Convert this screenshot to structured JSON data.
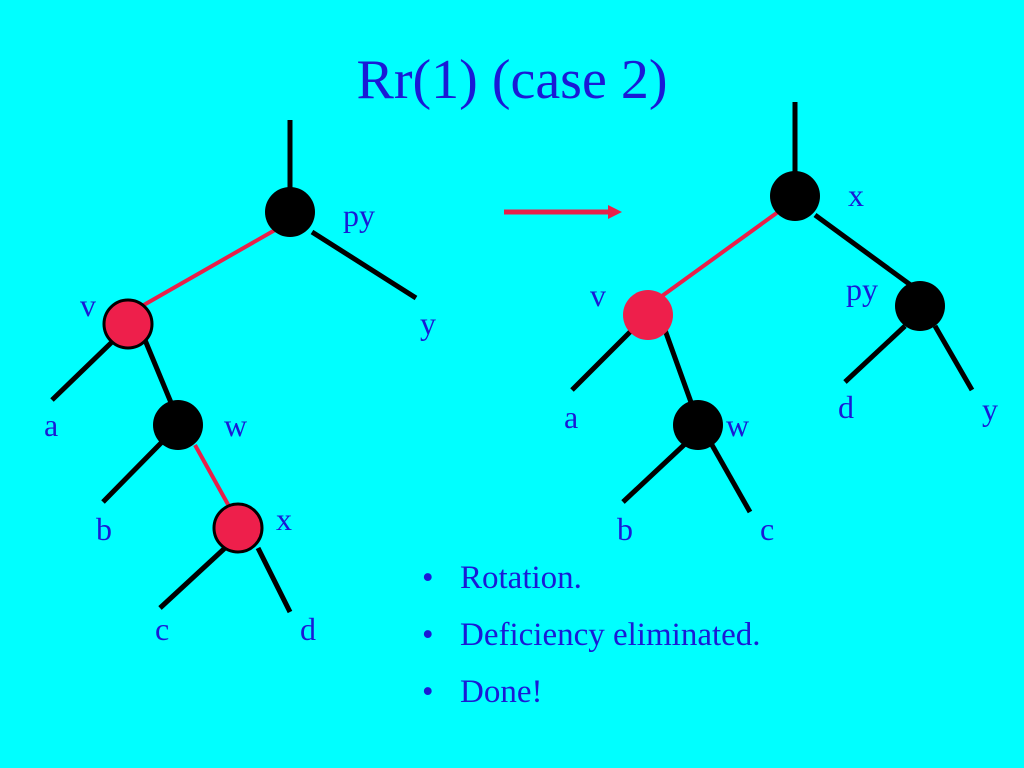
{
  "title": "Rr(1) (case 2)",
  "colors": {
    "background": "#00ffff",
    "text": "#1a1ad6",
    "black_node": "#000000",
    "red_node": "#ee1f4b",
    "red_edge": "#e8204a",
    "arrow": "#e8204a"
  },
  "trees": {
    "before": {
      "labels": {
        "py": "py",
        "v": "v",
        "y": "y",
        "a": "a",
        "w": "w",
        "b": "b",
        "x": "x",
        "c": "c",
        "d": "d"
      }
    },
    "after": {
      "labels": {
        "x": "x",
        "v": "v",
        "py": "py",
        "a": "a",
        "w": "w",
        "d": "d",
        "y": "y",
        "b": "b",
        "c": "c"
      }
    }
  },
  "bullet_glyph": "•",
  "bullets": [
    "Rotation.",
    "Deficiency eliminated.",
    "Done!"
  ]
}
